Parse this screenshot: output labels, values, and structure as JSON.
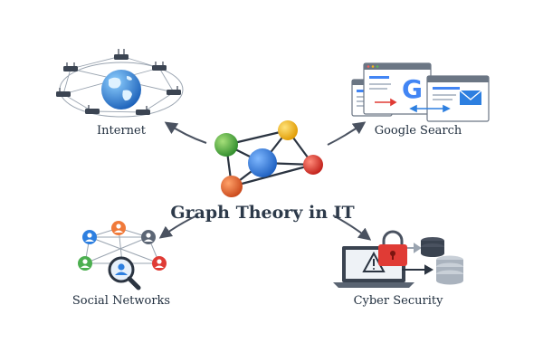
{
  "diagram": {
    "title": "Graph Theory in IT",
    "nodes": [
      {
        "id": "internet",
        "label": "Internet",
        "icon": "globe-network-icon"
      },
      {
        "id": "google",
        "label": "Google Search",
        "icon": "search-engine-icon"
      },
      {
        "id": "social",
        "label": "Social Networks",
        "icon": "social-graph-icon"
      },
      {
        "id": "security",
        "label": "Cyber Security",
        "icon": "security-lock-icon"
      }
    ],
    "center_icon": "graph-icon",
    "google_letter": "G"
  },
  "colors": {
    "arrow": "#4a5260",
    "ocean": "#2f7fd6",
    "land": "#d9ecff",
    "node_green": "#4caf50",
    "node_yellow": "#f4b41a",
    "node_blue": "#2d7fe0",
    "node_red": "#e03b35",
    "node_orange": "#e8642c"
  }
}
